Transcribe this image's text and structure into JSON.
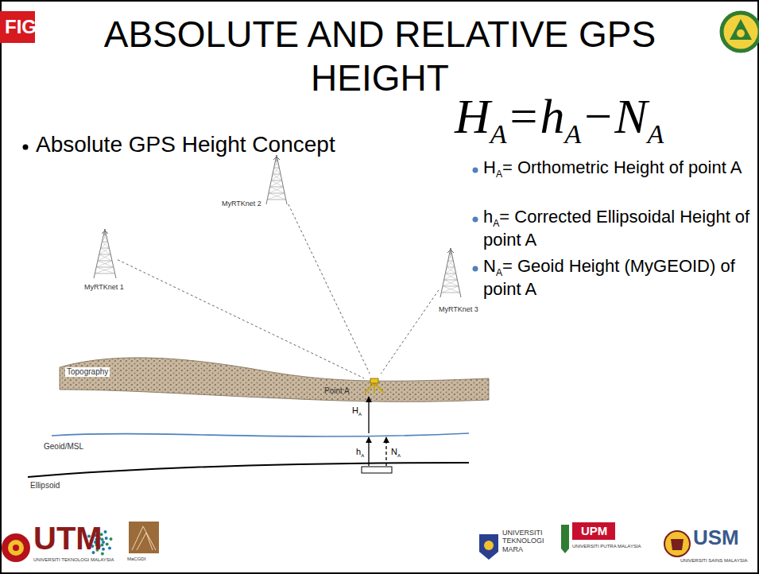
{
  "diagram": {
    "title": "ABSOLUTE AND RELATIVE GPS HEIGHT",
    "nodes": [
      {
        "text": [
          "MyRTKnet 1"
        ]
      },
      {
        "text": [
          "MyRTKnet 2"
        ]
      },
      {
        "text": [
          "MyRTKnet 3"
        ]
      },
      {
        "text": [
          "Point A"
        ]
      }
    ],
    "edges": [
      {
        "from": 0,
        "to": 3,
        "arrow": "none"
      },
      {
        "from": 1,
        "to": 3,
        "arrow": "none"
      },
      {
        "from": 2,
        "to": 3,
        "arrow": "none"
      }
    ],
    "labels": [
      "FIG",
      "Absolute GPS Height Concept",
      "H",
      "A",
      "=",
      "h",
      "A",
      "−",
      "N",
      "A",
      "H",
      "A",
      "= Orthometric Height of point A",
      "h",
      "A",
      "= Corrected Ellipsoidal Height of point A",
      "N",
      "A",
      "= Geoid Height (MyGEOID) of point A",
      "Topography",
      "Geoid/MSL",
      "Ellipsoid",
      "H",
      "A",
      "h",
      "A",
      "N",
      "A",
      "UTM",
      "UNIVERSITI TEKNOLOGI MALAYSIA",
      "MaCGDI",
      "UNIVERSITI TEKNOLOGI MARA",
      "UPM",
      "UNIVERSITI PUTRA MALAYSIA",
      "USM",
      "UNIVERSITI SAINS MALAYSIA"
    ]
  }
}
